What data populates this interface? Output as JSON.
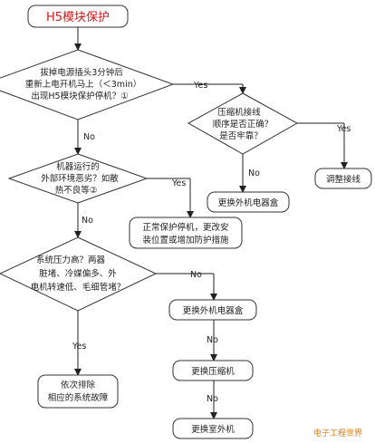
{
  "title": "H5模块保护",
  "nodes": {
    "q1": [
      "拔掉电源插头3分钟后",
      "重新上电开机马上（＜3min）",
      "出现H5模块保护停机？①"
    ],
    "q2": [
      "压缩机接线",
      "顺序是否正确？",
      "是否牢靠？"
    ],
    "a_adjust": "调整接线",
    "a_replace_box1": "更换外机电器盒",
    "q3": [
      "机器运行的",
      "外部环境恶劣？如散",
      "热不良等②"
    ],
    "a_normal": [
      "正常保护停机，更改安",
      "装位置或增加防护措施"
    ],
    "q4": [
      "系统压力高？两器",
      "脏堵、冷媒偏多、外",
      "电机转速低、毛细管堵？"
    ],
    "a_replace_box2": "更换外机电器盒",
    "a_replace_comp": "更换压缩机",
    "a_replace_unit": "更换室外机",
    "a_fix": [
      "依次排除",
      "相应的系统故障"
    ]
  },
  "labels": {
    "yes": "Yes",
    "no": "No"
  },
  "watermark": "电子工程世界"
}
